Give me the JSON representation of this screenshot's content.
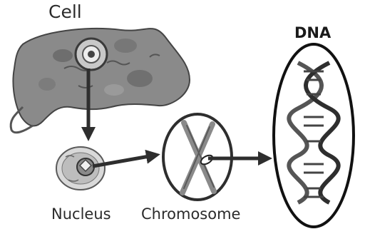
{
  "labels": {
    "cell": "Cell",
    "nucleus": "Nucleus",
    "chromosome": "Chromosome",
    "dna": "DNA"
  },
  "colors": {
    "ink": "#2b2b2b",
    "cell_fill": "#8a8a8a",
    "arrow": "#2e2e2e"
  },
  "flow": [
    "Cell",
    "Nucleus",
    "Chromosome",
    "DNA"
  ]
}
